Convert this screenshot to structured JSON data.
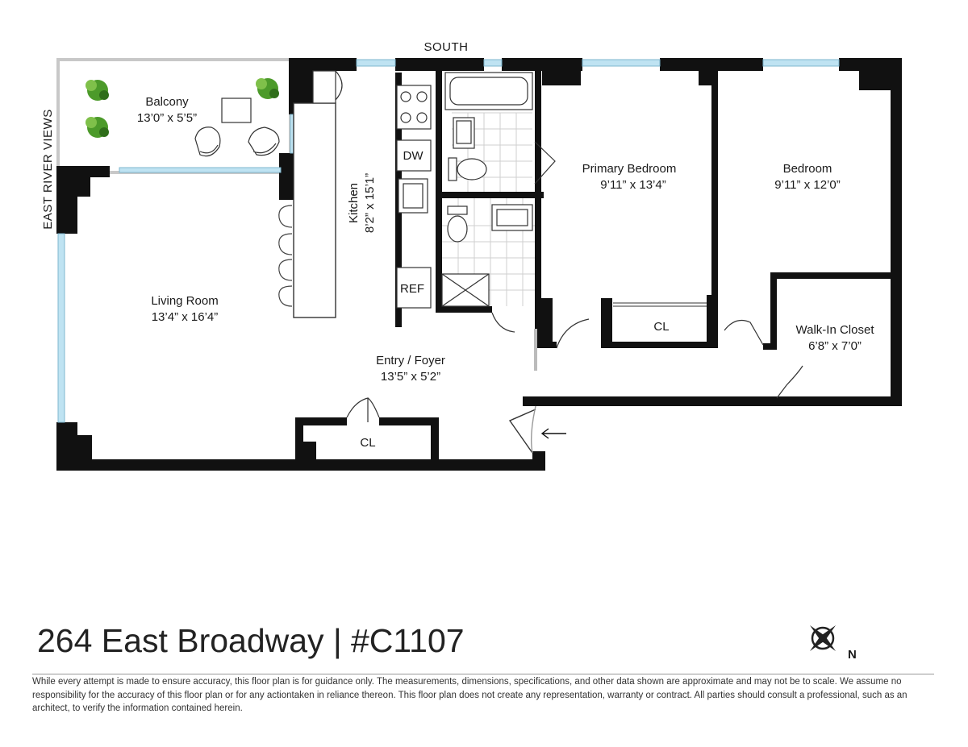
{
  "plan": {
    "orientation_top": "SOUTH",
    "orientation_left": "EAST RIVER VIEWS",
    "rooms": {
      "balcony": {
        "name": "Balcony",
        "dims": "13’0” x 5’5”"
      },
      "living_room": {
        "name": "Living Room",
        "dims": "13’4” x 16’4”"
      },
      "kitchen": {
        "name": "Kitchen",
        "dims": "8’2” x 15’1”"
      },
      "primary_bedroom": {
        "name": "Primary Bedroom",
        "dims": "9’11” x 13’4”"
      },
      "bedroom": {
        "name": "Bedroom",
        "dims": "9’11” x 12’0”"
      },
      "walk_in_closet": {
        "name": "Walk-In Closet",
        "dims": "6’8” x 7’0”"
      },
      "entry_foyer": {
        "name": "Entry / Foyer",
        "dims": "13’5” x 5’2”"
      }
    },
    "fixtures": {
      "dishwasher": "DW",
      "refrigerator": "REF",
      "closet_bedroom": "CL",
      "closet_entry": "CL"
    },
    "colors": {
      "wall": "#111111",
      "window": "#bfe3f2",
      "plant": "#4c9a2a"
    }
  },
  "footer": {
    "title": "264 East Broadway | #C1107",
    "north_label": "N",
    "disclaimer": "While every attempt is made to ensure accuracy, this floor plan is for guidance only. The measurements, dimensions, specifications, and other data shown are approximate and may not be to scale.  We assume no responsibility for the accuracy of this floor plan or for any actiontaken in reliance thereon. This floor plan does not create any representation, warranty or contract. All parties should consult a professional, such as an architect, to verify the information contained herein."
  }
}
